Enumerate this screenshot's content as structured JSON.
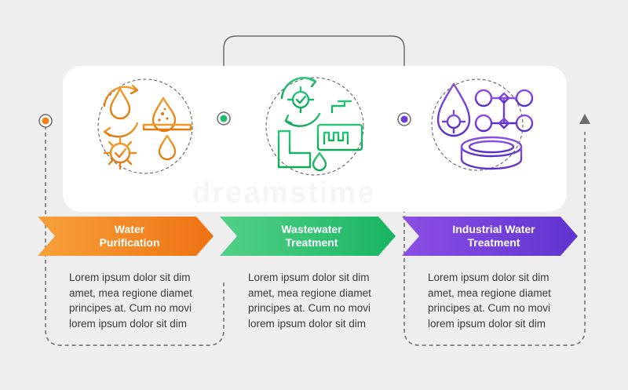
{
  "colors": {
    "background": "#eeeeee",
    "panel": "#ffffff",
    "connector": "#6b6b6b",
    "step1": "#f07f18",
    "step2": "#1dbb6a",
    "step3": "#6b3fd6"
  },
  "watermark": "dreamstime",
  "steps": [
    {
      "title": "Water\nPurification",
      "description": "Lorem ipsum dolor sit dim\namet, mea regione diamet\nprincipes at. Cum no movi\nlorem ipsum dolor sit dim",
      "icon": "water-purification-icon"
    },
    {
      "title": "Wastewater\nTreatment",
      "description": "Lorem ipsum dolor sit dim\namet, mea regione diamet\nprincipes at. Cum no movi\nlorem ipsum dolor sit dim",
      "icon": "wastewater-treatment-icon"
    },
    {
      "title": "Industrial Water\nTreatment",
      "description": "Lorem ipsum dolor sit dim\namet, mea regione diamet\nprincipes at. Cum no movi\nlorem ipsum dolor sit dim",
      "icon": "industrial-water-treatment-icon"
    }
  ]
}
